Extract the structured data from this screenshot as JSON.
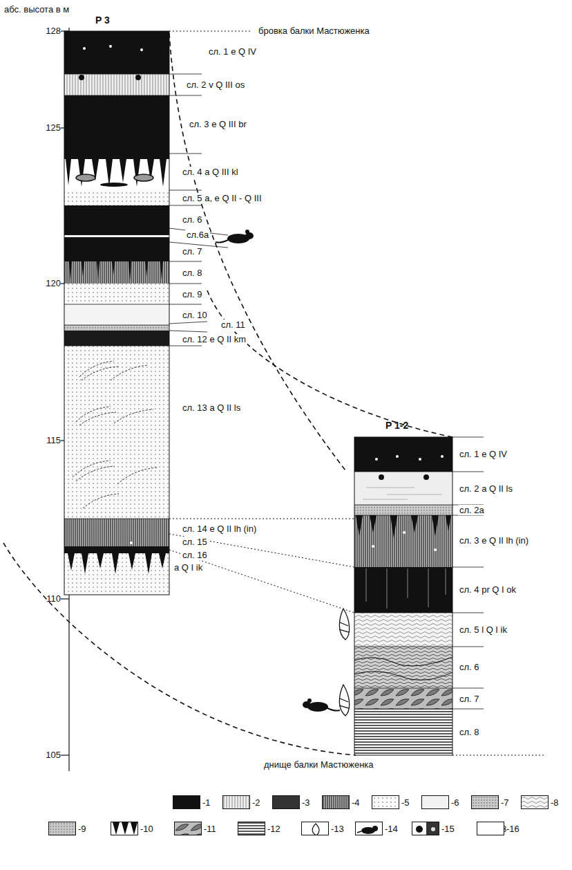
{
  "diagram": {
    "labels": [
      "абс. высота в м",
      "P 3",
      "бровка балки Мастюженка",
      "128",
      "125",
      "120",
      "115",
      "110",
      "105",
      "сл. 1 e Q IV",
      "сл. 2 v Q III os",
      "сл. 3 e Q III br",
      "сл. 4 a Q III kl",
      "сл. 5 a, e Q II - Q III",
      "сл. 6",
      "сл.6a",
      "сл. 7",
      "сл. 8",
      "сл. 9",
      "сл. 10",
      "сл. 11",
      "сл. 12 e Q II km",
      "сл. 13 a Q II ls",
      "сл. 14 e Q II lh (in)",
      "сл. 15",
      "сл. 16",
      "a Q I ik",
      "P 1-2",
      "сл. 1 e Q IV",
      "сл. 2 a Q II ls",
      "сл. 2a",
      "сл. 3 e Q II lh (in)",
      "сл. 4 pr Q I ok",
      "сл. 5 l Q I ik",
      "сл. 6",
      "сл. 7",
      "сл. 8",
      "днище балки Мастюженка",
      "P 3"
    ],
    "legend": [
      {
        "text": "-1",
        "color": "#111111"
      },
      {
        "text": "-2"
      },
      {
        "text": "-3",
        "color": "#333333"
      },
      {
        "text": "-4"
      },
      {
        "text": "-5"
      },
      {
        "text": "-6",
        "color": "#f2f2f2"
      },
      {
        "text": "-7"
      },
      {
        "text": "-8"
      },
      {
        "text": "-9"
      },
      {
        "text": "-10"
      },
      {
        "text": "-11"
      },
      {
        "text": "-12"
      },
      {
        "text": "-13"
      },
      {
        "text": "-14"
      },
      {
        "text": "-15"
      },
      {
        "text": "-16"
      }
    ]
  }
}
